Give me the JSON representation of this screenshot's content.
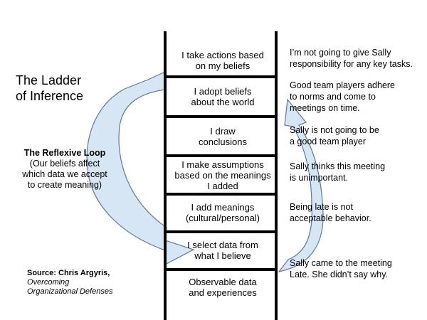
{
  "title_line1": "The Ladder",
  "title_line2": "of Inference",
  "loop": {
    "heading": "The Reflexive Loop",
    "lines": [
      "(Our beliefs affect",
      "which data we accept",
      "to create meaning)"
    ]
  },
  "source": {
    "label": "Source: Chris Argyris,",
    "line2": "Overcoming",
    "line3": "Organizational Defenses"
  },
  "ladder_steps": [
    [
      "I take actions based",
      "on my beliefs"
    ],
    [
      "I adopt beliefs",
      "about the world"
    ],
    [
      "I draw",
      "conclusions"
    ],
    [
      "I make assumptions",
      "based on the meanings",
      "I added"
    ],
    [
      "I add meanings",
      "(cultural/personal)"
    ],
    [
      "I select data from",
      "what I believe"
    ],
    [
      "Observable data",
      "and experiences"
    ]
  ],
  "examples": [
    [
      "I’m not going to give Sally",
      "responsibility for any key tasks."
    ],
    [
      "Good team players adhere",
      "to norms and come to",
      "meetings on time."
    ],
    [
      "Sally is not going to be",
      "a good team player"
    ],
    [
      "Sally thinks this meeting",
      "is unimportant."
    ],
    [
      "Being late is not",
      "acceptable behavior."
    ],
    [
      "Sally came to the meeting",
      "Late. She didn’t say why."
    ]
  ],
  "colors": {
    "arrow_fill": "#d6e6f5",
    "arrow_stroke": "#5c7a99",
    "ladder": "#000000"
  }
}
